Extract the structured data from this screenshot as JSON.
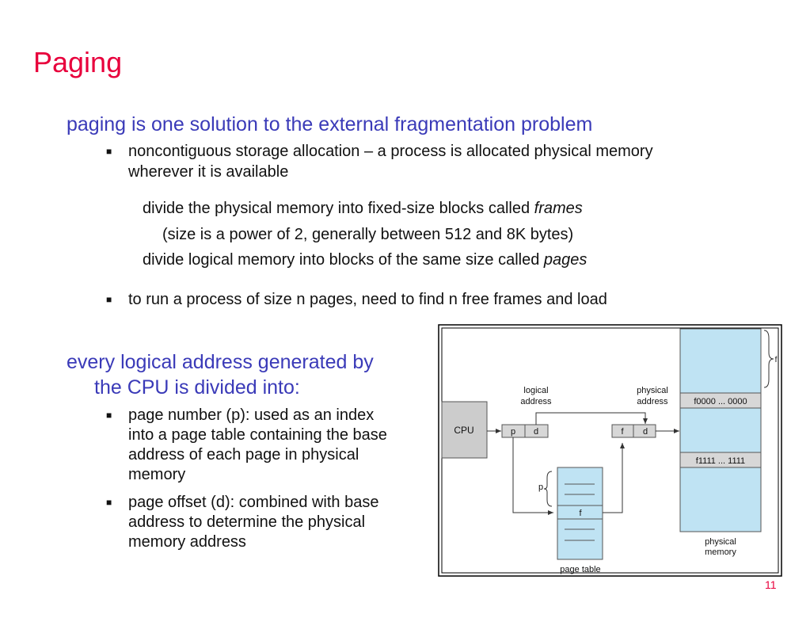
{
  "slide": {
    "title": "Paging",
    "page_number": "11"
  },
  "section1": {
    "heading": "paging is one solution to the external fragmentation problem",
    "bullet1_line1": "noncontiguous storage allocation – a process is allocated physical memory",
    "bullet1_line2": "wherever it is available",
    "sub1_text": "divide the physical memory into fixed-size blocks called ",
    "sub1_em": "frames",
    "sub2_text": "(size is a power of 2, generally between 512 and 8K bytes)",
    "sub3_text": "divide logical memory into blocks of the same size called ",
    "sub3_em": "pages",
    "bullet2": "to run a process of size n pages, need to find n free frames and load"
  },
  "section2": {
    "heading_line1": "every logical address generated by",
    "heading_line2": "the CPU is divided into:",
    "b1_l1": "page number (p): used as an index",
    "b1_l2": "into a page table containing the base",
    "b1_l3": "address of each page in physical",
    "b1_l4": "memory",
    "b2_l1": "page offset (d): combined with base",
    "b2_l2": "address to determine the physical",
    "b2_l3": "memory address"
  },
  "bullet_glyph": "■",
  "diagram": {
    "cpu_label": "CPU",
    "logical_label_1": "logical",
    "logical_label_2": "address",
    "physical_label_1": "physical",
    "physical_label_2": "address",
    "p_label": "p",
    "d_label": "d",
    "f_label": "f",
    "p_brace_label": "p",
    "f_row_label": "f",
    "page_table_label": "page table",
    "frame_label_top": "f0000 ... 0000",
    "frame_label_bottom": "f1111 ... 1111",
    "memory_label_1": "physical",
    "memory_label_2": "memory",
    "brace_side_label": "f",
    "colors": {
      "box_fill": "#bfe3f3",
      "cpu_fill": "#cccccc",
      "bar_fill": "#d7d7d7",
      "line": "#333333"
    }
  }
}
